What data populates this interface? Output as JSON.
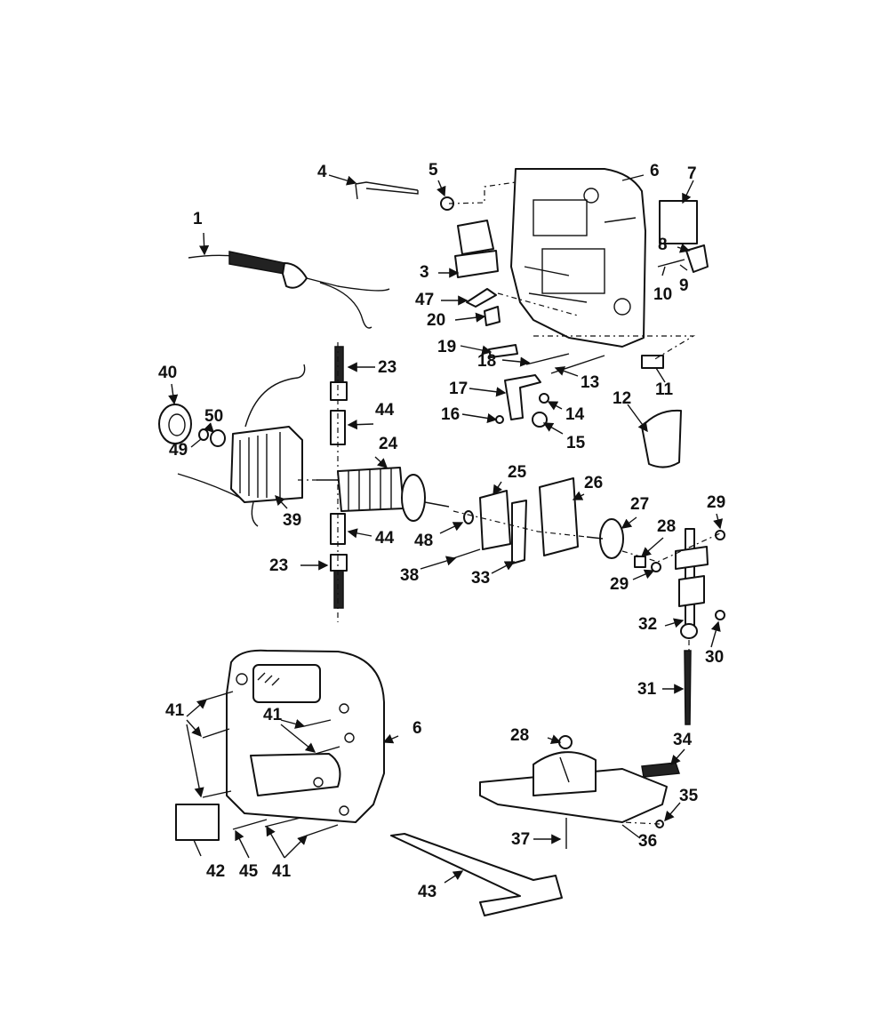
{
  "colors": {
    "ink": "#111111",
    "paper": "#ffffff"
  },
  "labels": {
    "p1": "1",
    "p3": "3",
    "p4": "4",
    "p5": "5",
    "p6a": "6",
    "p6b": "6",
    "p7": "7",
    "p8": "8",
    "p9": "9",
    "p10": "10",
    "p11": "11",
    "p12": "12",
    "p13": "13",
    "p14": "14",
    "p15": "15",
    "p16": "16",
    "p17": "17",
    "p18": "18",
    "p19": "19",
    "p20": "20",
    "p23a": "23",
    "p23b": "23",
    "p24": "24",
    "p25": "25",
    "p26": "26",
    "p27": "27",
    "p28a": "28",
    "p28b": "28",
    "p29a": "29",
    "p29b": "29",
    "p30": "30",
    "p31": "31",
    "p32": "32",
    "p33": "33",
    "p34": "34",
    "p35": "35",
    "p36": "36",
    "p37": "37",
    "p38": "38",
    "p39": "39",
    "p40": "40",
    "p41a": "41",
    "p41b": "41",
    "p41c": "41",
    "p42": "42",
    "p43": "43",
    "p44a": "44",
    "p44b": "44",
    "p45": "45",
    "p47": "47",
    "p48": "48",
    "p49": "49",
    "p50": "50"
  }
}
